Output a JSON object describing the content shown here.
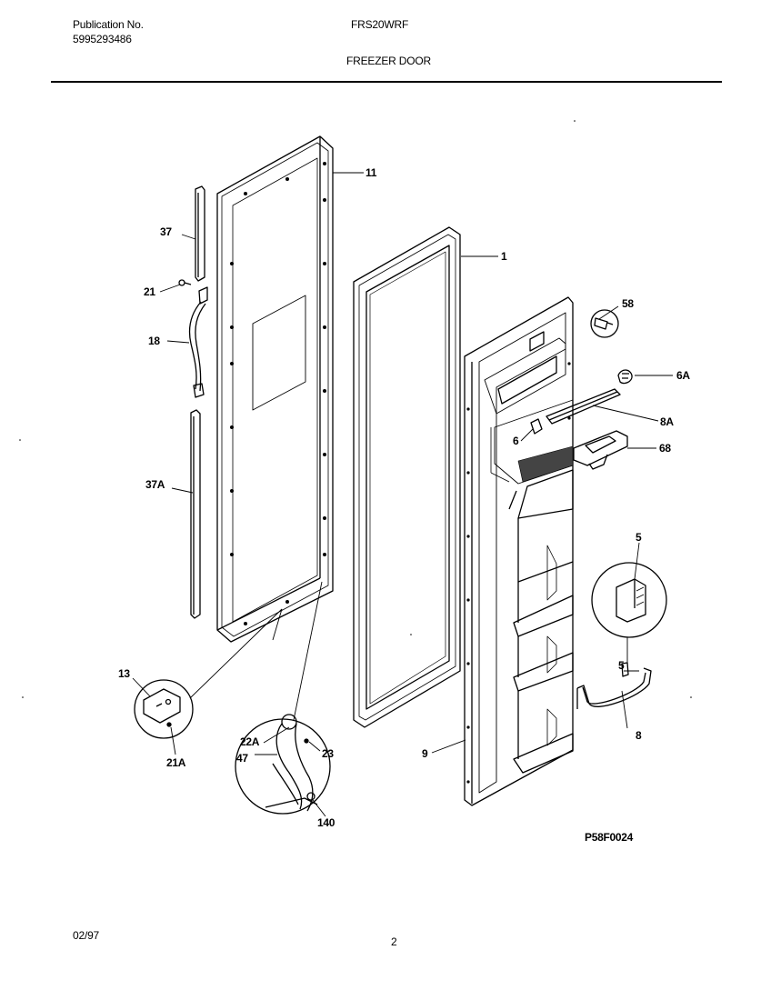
{
  "header": {
    "publication_label": "Publication No.",
    "publication_number": "5995293486",
    "model": "FRS20WRF",
    "section_title": "FREEZER DOOR"
  },
  "callouts": {
    "c11": "11",
    "c37": "37",
    "c1": "1",
    "c21": "21",
    "c58": "58",
    "c18": "18",
    "c6A": "6A",
    "c8A": "8A",
    "c6": "6",
    "c68": "68",
    "c37A": "37A",
    "c5a": "5",
    "c13": "13",
    "c5b": "5",
    "c22A": "22A",
    "c23": "23",
    "c47": "47",
    "c9": "9",
    "c8": "8",
    "c21A": "21A",
    "c140": "140"
  },
  "figure_code": "P58F0024",
  "footer": {
    "date": "02/97",
    "page": "2"
  }
}
